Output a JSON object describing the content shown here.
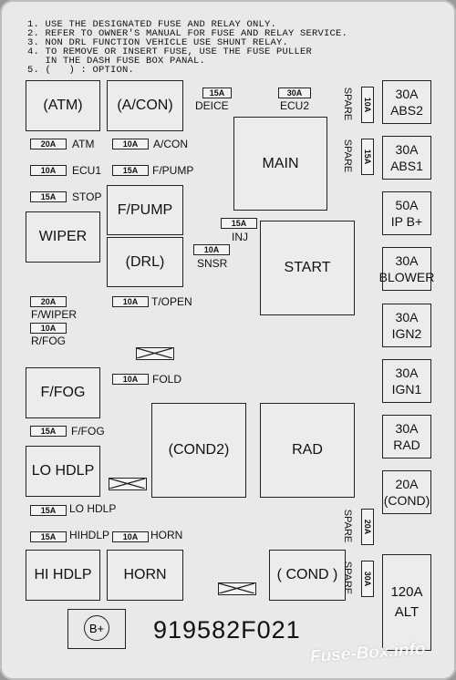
{
  "notes": [
    "1. USE THE DESIGNATED FUSE AND RELAY ONLY.",
    "2. REFER TO OWNER'S MANUAL FOR FUSE AND RELAY SERVICE.",
    "3. NON DRL FUNCTION VEHICLE USE SHUNT RELAY.",
    "4. TO REMOVE OR INSERT FUSE, USE THE FUSE PULLER",
    "   IN THE DASH FUSE BOX PANAL.",
    "5. (   ) : OPTION."
  ],
  "relays": {
    "atm": "(ATM)",
    "acon": "(A/CON)",
    "main": "MAIN",
    "fpump": "F/PUMP",
    "wiper": "WIPER",
    "drl": "(DRL)",
    "start": "START",
    "ffog": "F/FOG",
    "cond2": "(COND2)",
    "rad": "RAD",
    "lo_hdlp": "LO HDLP",
    "hi_hdlp": "HI HDLP",
    "horn": "HORN",
    "cond": "( COND )"
  },
  "fuses": {
    "deice_amp": "15A",
    "deice": "DEICE",
    "ecu2_amp": "30A",
    "ecu2": "ECU2",
    "atm_amp": "20A",
    "atm": "ATM",
    "acon_amp": "10A",
    "acon": "A/CON",
    "ecu1_amp": "10A",
    "ecu1": "ECU1",
    "fpump_amp": "15A",
    "fpump": "F/PUMP",
    "stop_amp": "15A",
    "stop": "STOP",
    "inj_amp": "15A",
    "inj": "INJ",
    "snsr_amp": "10A",
    "snsr": "SNSR",
    "fwiper_amp": "20A",
    "fwiper": "F/WIPER",
    "rfog_amp": "10A",
    "rfog": "R/FOG",
    "topen_amp": "10A",
    "topen": "T/OPEN",
    "fold_amp": "10A",
    "fold": "FOLD",
    "ffog_amp": "15A",
    "ffog": "F/FOG",
    "lohdlp_amp": "15A",
    "lohdlp": "LO HDLP",
    "hihdlp_amp": "15A",
    "hihdlp": "HIHDLP",
    "horn_amp": "10A",
    "horn": "HORN",
    "spare1_amp": "10A",
    "spare2_amp": "15A",
    "spare3_amp": "20A",
    "spare4_amp": "30A",
    "spare": "SPARE"
  },
  "maxi": [
    {
      "amp": "30A",
      "name": "ABS2"
    },
    {
      "amp": "30A",
      "name": "ABS1"
    },
    {
      "amp": "50A",
      "name": "IP B+"
    },
    {
      "amp": "30A",
      "name": "BLOWER"
    },
    {
      "amp": "30A",
      "name": "IGN2"
    },
    {
      "amp": "30A",
      "name": "IGN1"
    },
    {
      "amp": "30A",
      "name": "RAD"
    },
    {
      "amp": "20A",
      "name": "(COND)"
    },
    {
      "amp": "120A",
      "name": "ALT"
    }
  ],
  "part_number": "919582F021",
  "bplus": "B+",
  "watermark": "Fuse-Box.info"
}
